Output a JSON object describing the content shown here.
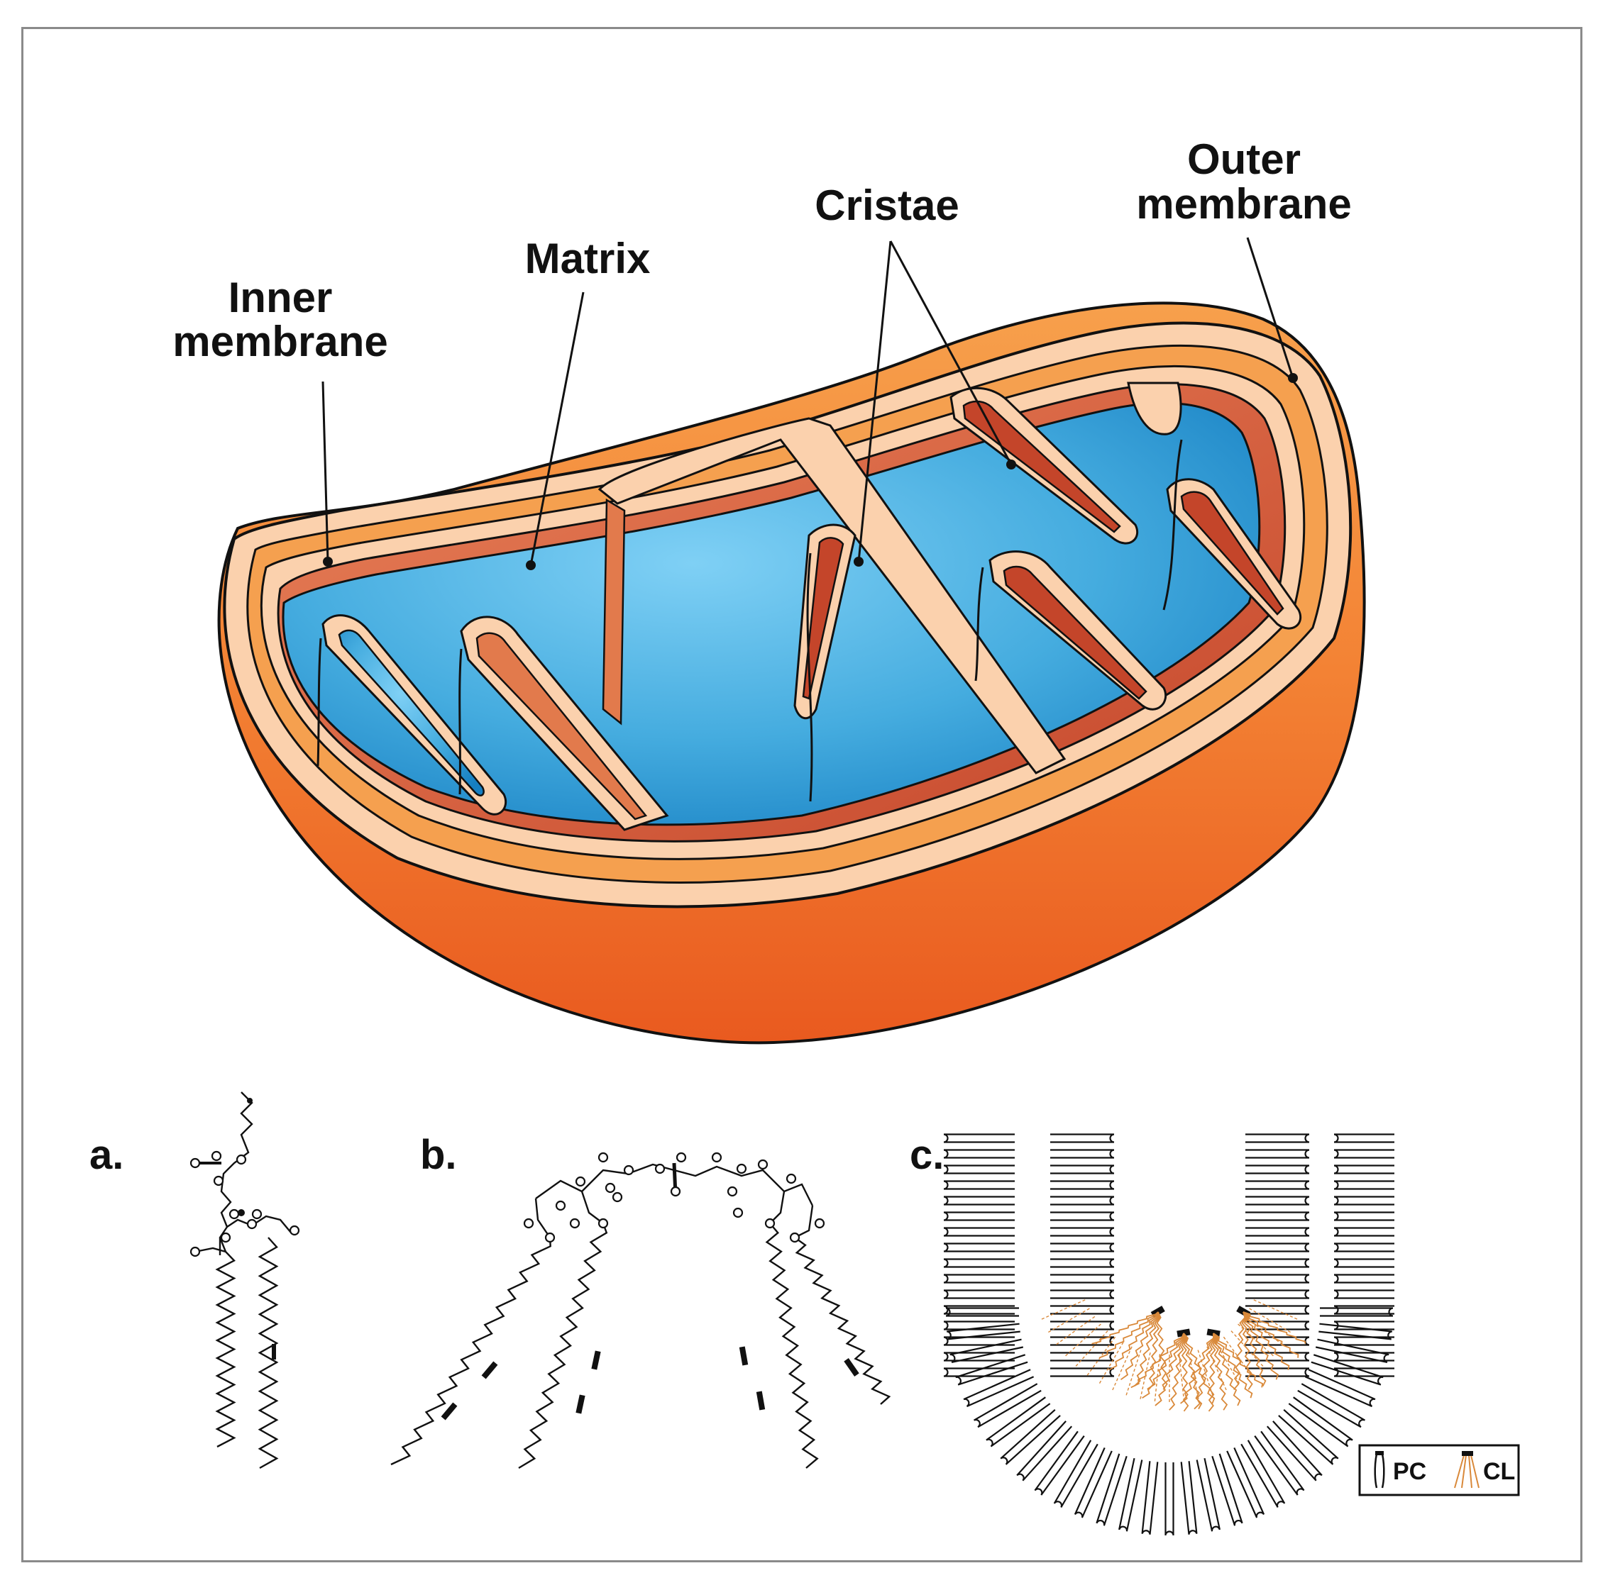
{
  "labels": {
    "inner_membrane": [
      "Inner",
      "membrane"
    ],
    "matrix": "Matrix",
    "cristae": "Cristae",
    "outer_membrane": [
      "Outer",
      "membrane"
    ]
  },
  "panels": {
    "a": "a.",
    "b": "b.",
    "c": "c."
  },
  "legend": {
    "pc": "PC",
    "cl": "CL"
  },
  "colors": {
    "outer_shell": "#f07c2e",
    "outer_shell_dark": "#e2541c",
    "membrane_rim": "#fbd1ad",
    "intermembrane": "#f5a04f",
    "cristae_wall": "#d95f32",
    "matrix": "#4fb6e8",
    "matrix_dark": "#1f8bcc",
    "cardiolipin": "#d9893a"
  }
}
